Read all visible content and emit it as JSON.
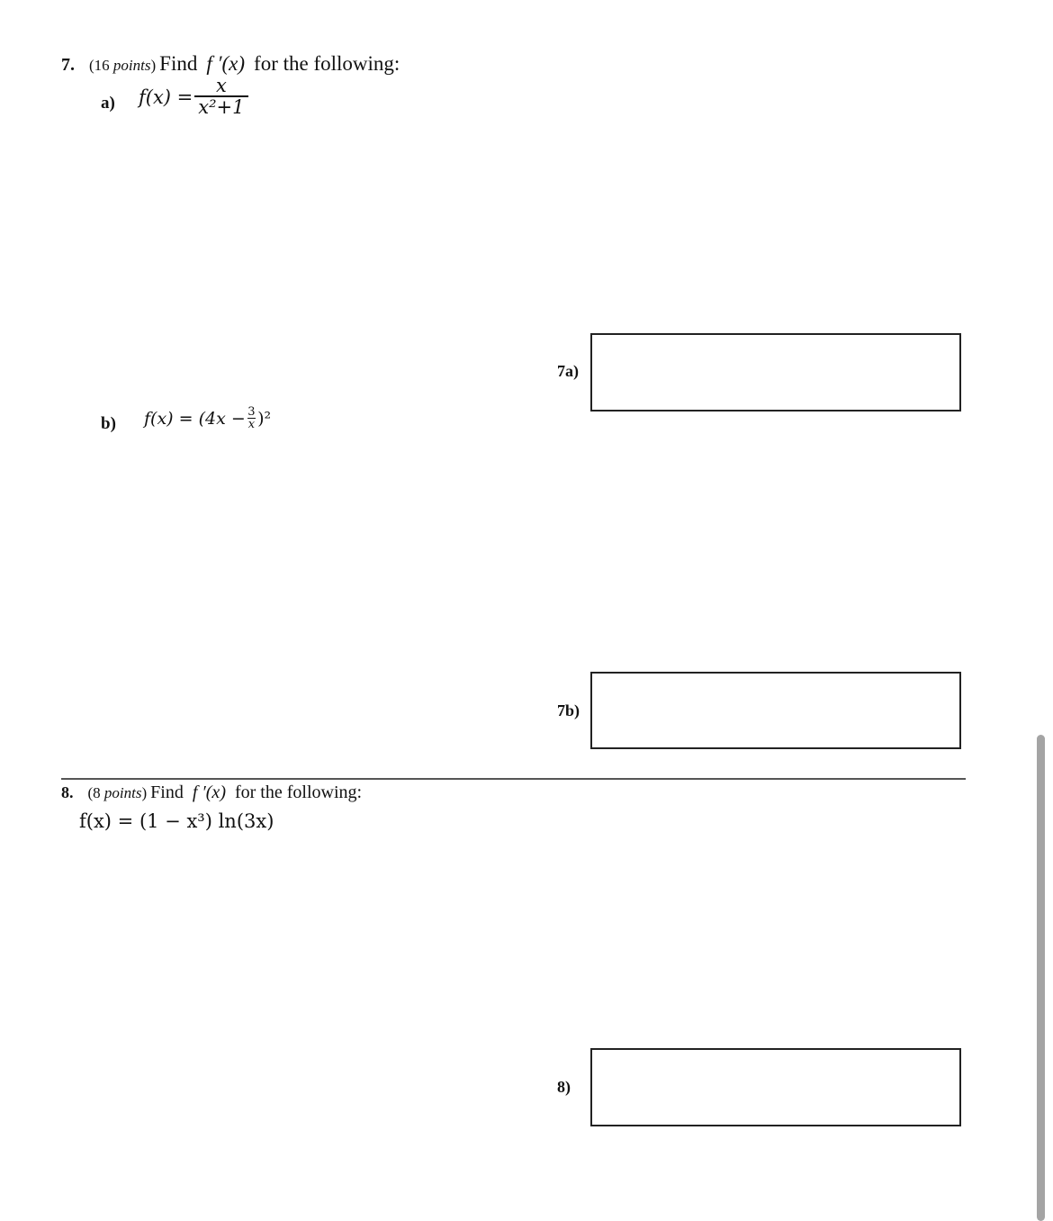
{
  "questions": [
    {
      "number": "7.",
      "points": "(16 points)",
      "points_num": "(16 ",
      "points_word": "points",
      "points_close": ")",
      "prompt_find": "Find",
      "prompt_fprime": "f ′(x)",
      "prompt_rest": "for the following:",
      "parts": [
        {
          "label": "a)",
          "lhs": "f(x) =",
          "numerator": "x",
          "denominator": "x²+1",
          "answer_label": "7a)"
        },
        {
          "label": "b)",
          "lhs": "f(x) = (4x −",
          "frac_num": "3",
          "frac_den": "x",
          "tail": ")²",
          "answer_label": "7b)"
        }
      ]
    },
    {
      "number": "8.",
      "points_num": "(8 ",
      "points_word": "points",
      "points_close": ")",
      "prompt_find": "Find",
      "prompt_fprime": "f ′(x)",
      "prompt_rest": "for the following:",
      "expression": "f(x) = (1 − x³)  ln(3x)",
      "answer_label": "8)"
    }
  ],
  "colors": {
    "text": "#111111",
    "box_border": "#222222",
    "divider": "#555555",
    "scrollbar_thumb": "#a4a4a4"
  }
}
